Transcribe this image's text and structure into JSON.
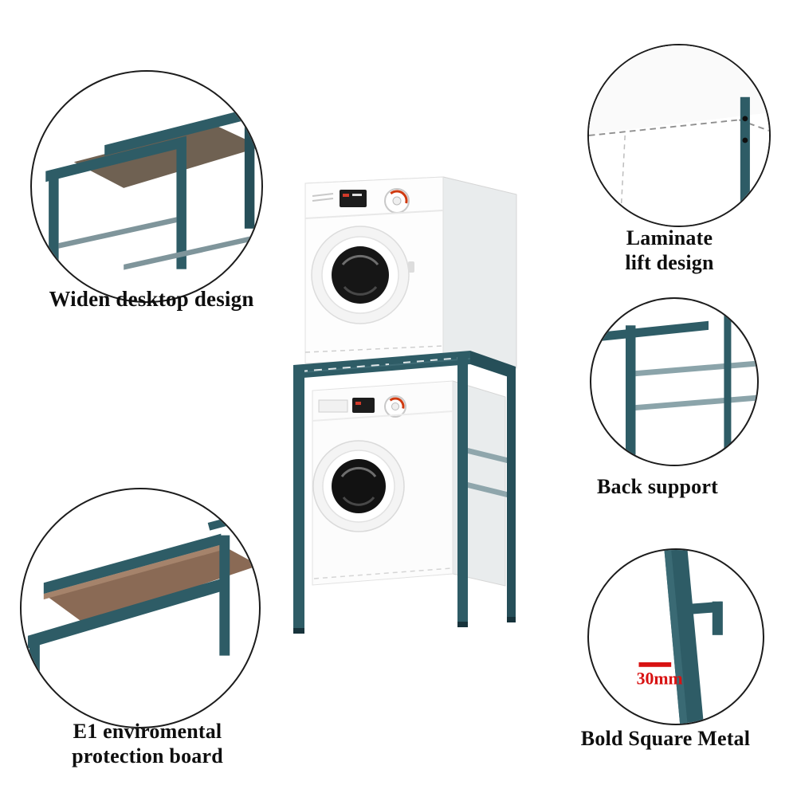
{
  "meta": {
    "title": "Washer dryer stacking rack feature diagram"
  },
  "product": {
    "name": "stacked washer and dryer on square-metal rack"
  },
  "callouts": {
    "widen_desktop": {
      "label": "Widen desktop design"
    },
    "laminate_lift": {
      "line1": "Laminate",
      "line2": "lift design"
    },
    "back_support": {
      "label": "Back support"
    },
    "e1_board": {
      "line1": "E1 enviromental",
      "line2": "protection board"
    },
    "bold_square_metal": {
      "label": "Bold Square Metal",
      "measurement": "30mm"
    }
  },
  "colors": {
    "frame_teal": "#2e5c66",
    "frame_teal_dark": "#264f59",
    "accent_red": "#d81212",
    "board_brown": "#8a6a55",
    "text": "#0e0e0e"
  }
}
